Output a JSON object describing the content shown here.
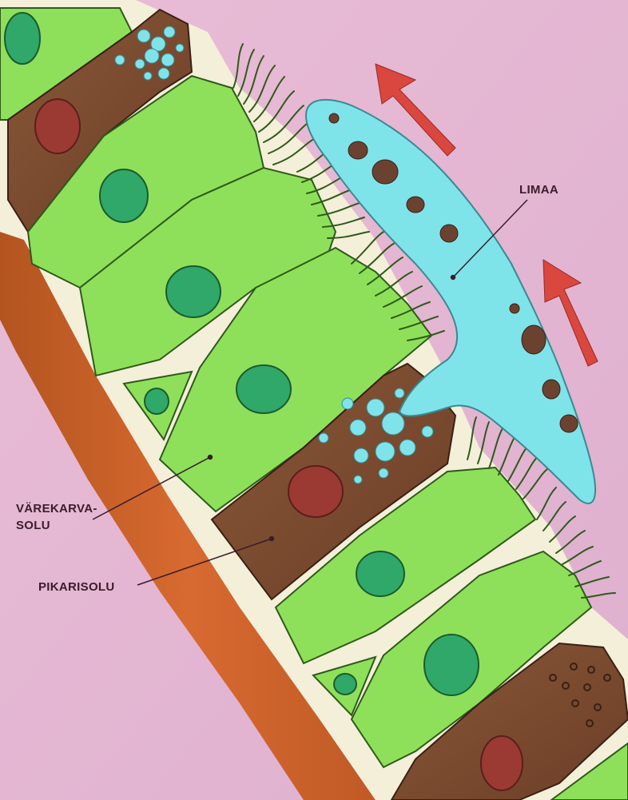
{
  "labels": {
    "mucus": "LIMAA",
    "ciliated_cell_line1": "VÄREKARVA-",
    "ciliated_cell_line2": "SOLU",
    "goblet_cell": "PIKARISOLU"
  },
  "colors": {
    "background": "#e6b8d4",
    "basement_membrane": "#c8602a",
    "ciliated_cell": "#8ee05a",
    "cell_outline": "#2f5a1a",
    "nucleus": "#2fa86a",
    "goblet_cell": "#7b4a2e",
    "goblet_nucleus": "#a03a34",
    "mucus": "#7fe3ea",
    "particles": "#6b4230",
    "arrows": "#d9473e"
  },
  "icons": [
    "arrow-up-left-icon",
    "arrow-up-left-icon"
  ]
}
